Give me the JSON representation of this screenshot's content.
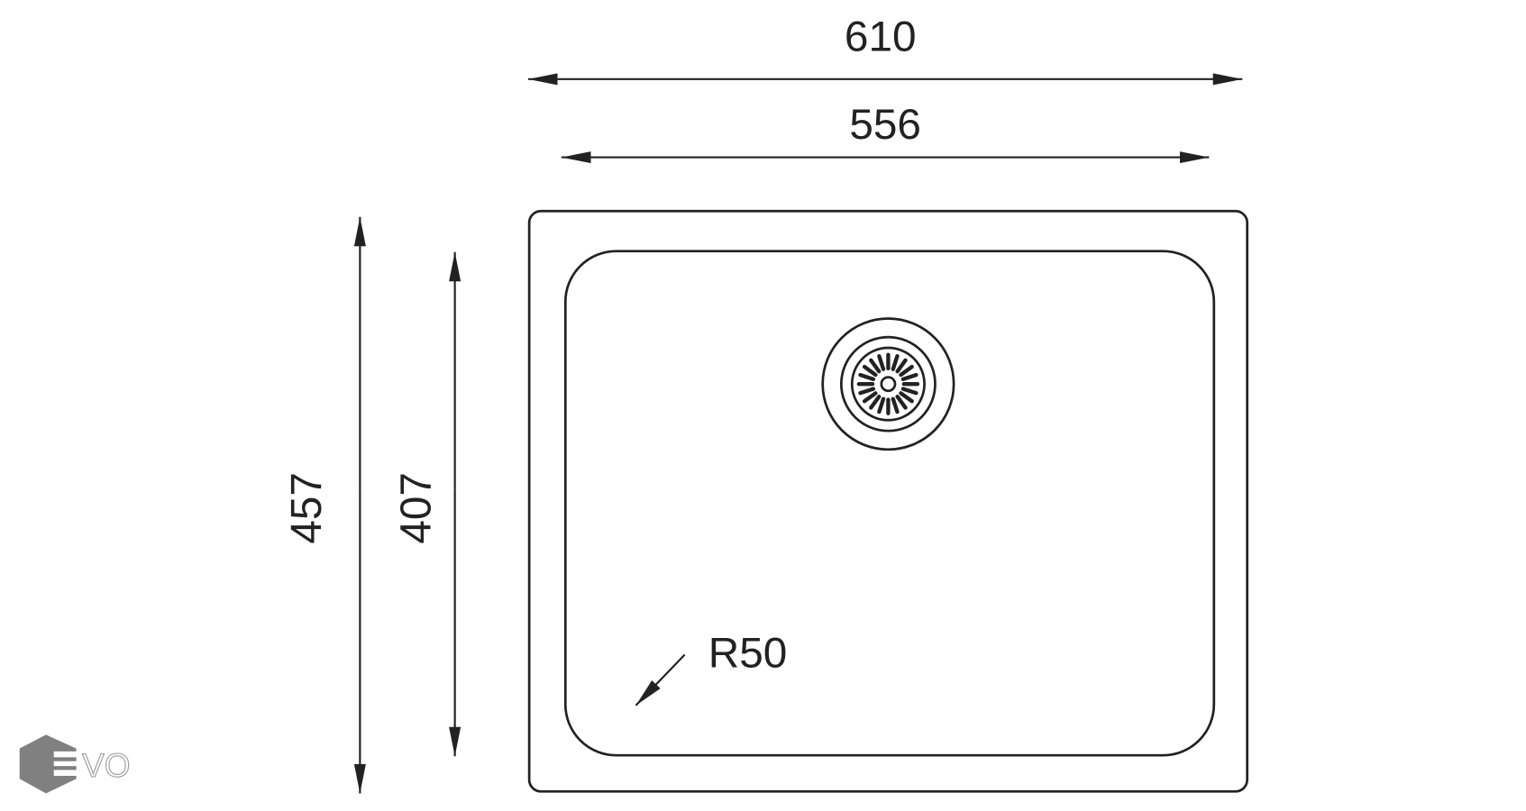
{
  "dimensions": {
    "overall_width": "610",
    "bowl_width": "556",
    "overall_depth": "457",
    "bowl_depth": "407",
    "corner_radius": "R50"
  },
  "logo": {
    "text": "EVO"
  },
  "colors": {
    "line": "#222222",
    "logo": "#808080"
  }
}
